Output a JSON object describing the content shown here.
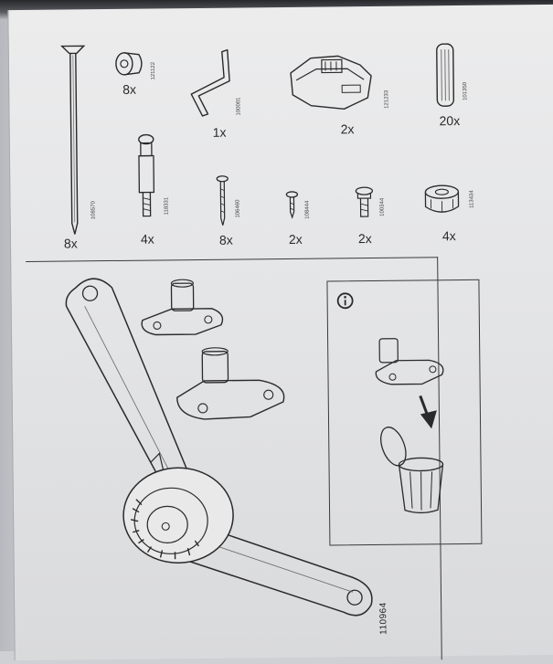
{
  "parts": [
    {
      "name": "long-nail",
      "qty": "8x",
      "code": "108570"
    },
    {
      "name": "cam-lock-barrel",
      "qty": "8x",
      "code": "121122"
    },
    {
      "name": "hex-key",
      "qty": "1x",
      "code": "100001"
    },
    {
      "name": "hinge-clip",
      "qty": "2x",
      "code": "121233"
    },
    {
      "name": "wooden-dowel",
      "qty": "20x",
      "code": "101350"
    },
    {
      "name": "cam-bolt",
      "qty": "4x",
      "code": "118331"
    },
    {
      "name": "screw-long",
      "qty": "8x",
      "code": "106460"
    },
    {
      "name": "screw-small",
      "qty": "2x",
      "code": "108444"
    },
    {
      "name": "bolt-short",
      "qty": "2x",
      "code": "100344"
    },
    {
      "name": "cam-lock-housing",
      "qty": "4x",
      "code": "113434"
    }
  ],
  "document_number": "110964",
  "info_icon": "info-icon",
  "colors": {
    "ink": "#2a2a2a",
    "paper": "#e6e6e8"
  }
}
